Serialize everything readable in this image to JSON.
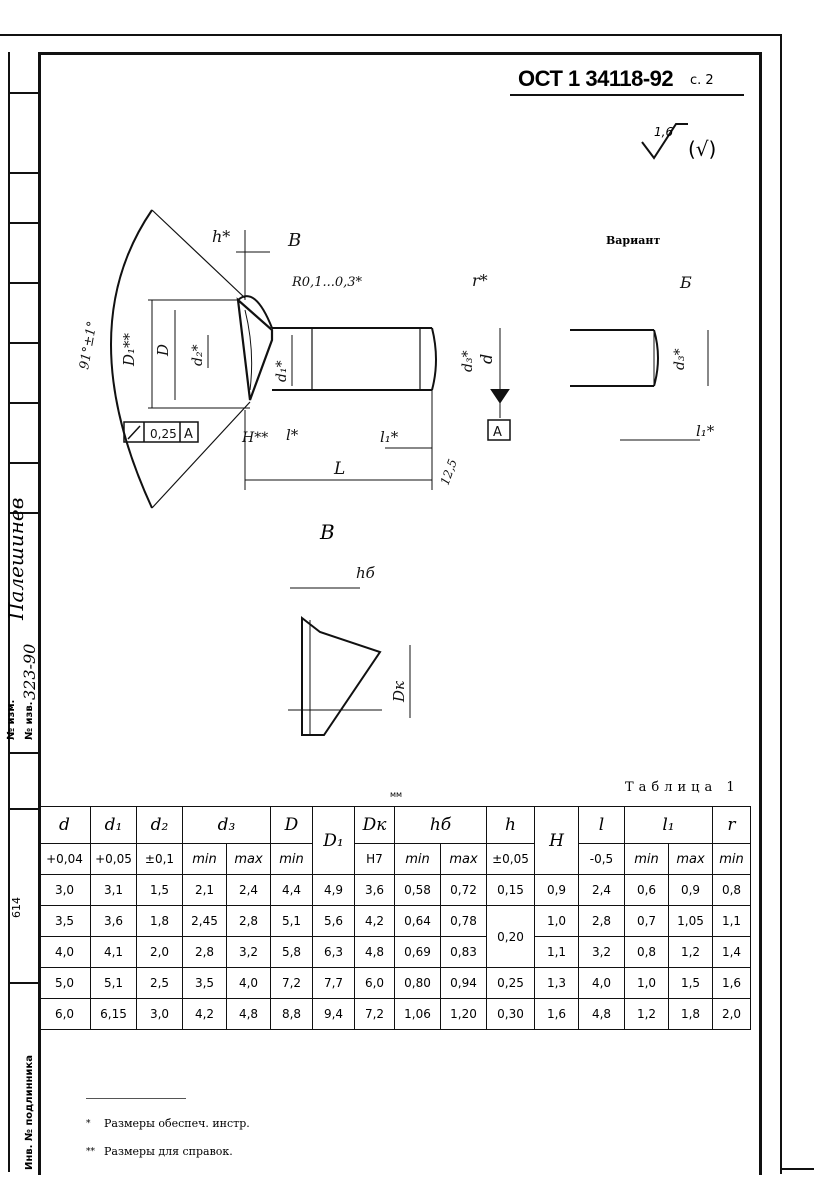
{
  "header": {
    "doc_code": "ОСТ 1 34118-92",
    "page": "с. 2"
  },
  "roughness": {
    "value": "1,6",
    "general": "(√)"
  },
  "drawing": {
    "variant_label": "Вариант",
    "labels": {
      "h_star": "h*",
      "B_view": "В",
      "radius": "R0,1...0,3*",
      "r_star": "r*",
      "B_variant": "Б",
      "angle": "91°±1°",
      "D1": "D₁**",
      "D": "D",
      "d2": "d₂*",
      "d1": "d₁*",
      "d3": "d₃*",
      "d": "d",
      "tolerance_value": "0,25",
      "datum": "A",
      "H": "H**",
      "l": "l*",
      "l1": "l₁*",
      "L": "L",
      "finish": "12,5",
      "d3_variant": "d₃*",
      "l1_variant": "l₁*",
      "hb": "hб",
      "Dk": "Dк"
    },
    "view_b_title": "В"
  },
  "side_strip": {
    "izm": "№ изм.",
    "no_izv": "№ изв.",
    "notice": "323-90",
    "signature": "Палешинев",
    "code": "614",
    "inv_label": "Инв. № подлинника"
  },
  "table": {
    "unit": "мм",
    "title": "Таблица 1",
    "header_symbols": {
      "d": "d",
      "d1": "d₁",
      "d2": "d₂",
      "d3": "d₃",
      "D": "D",
      "D1": "D₁",
      "Dk": "Dк",
      "hb": "hб",
      "h": "h",
      "H": "H",
      "l": "l",
      "l1": "l₁",
      "r": "r"
    },
    "header_tol": {
      "d": "+0,04",
      "d1": "+0,05",
      "d2": "±0,1",
      "d3_min": "min",
      "d3_max": "max",
      "D": "min",
      "Dk": "H7",
      "hb_min": "min",
      "hb_max": "max",
      "h": "±0,05",
      "l": "-0,5",
      "l1_min": "min",
      "l1_max": "max",
      "r": "min"
    },
    "rows": [
      {
        "d": "3,0",
        "d1": "3,1",
        "d2": "1,5",
        "d3min": "2,1",
        "d3max": "2,4",
        "D": "4,4",
        "D1": "4,9",
        "Dk": "3,6",
        "hbmin": "0,58",
        "hbmax": "0,72",
        "h": "0,15",
        "H": "0,9",
        "l": "2,4",
        "l1min": "0,6",
        "l1max": "0,9",
        "r": "0,8"
      },
      {
        "d": "3,5",
        "d1": "3,6",
        "d2": "1,8",
        "d3min": "2,45",
        "d3max": "2,8",
        "D": "5,1",
        "D1": "5,6",
        "Dk": "4,2",
        "hbmin": "0,64",
        "hbmax": "0,78",
        "h": "0,20",
        "H": "1,0",
        "l": "2,8",
        "l1min": "0,7",
        "l1max": "1,05",
        "r": "1,1"
      },
      {
        "d": "4,0",
        "d1": "4,1",
        "d2": "2,0",
        "d3min": "2,8",
        "d3max": "3,2",
        "D": "5,8",
        "D1": "6,3",
        "Dk": "4,8",
        "hbmin": "0,69",
        "hbmax": "0,83",
        "h": "",
        "H": "1,1",
        "l": "3,2",
        "l1min": "0,8",
        "l1max": "1,2",
        "r": "1,4"
      },
      {
        "d": "5,0",
        "d1": "5,1",
        "d2": "2,5",
        "d3min": "3,5",
        "d3max": "4,0",
        "D": "7,2",
        "D1": "7,7",
        "Dk": "6,0",
        "hbmin": "0,80",
        "hbmax": "0,94",
        "h": "0,25",
        "H": "1,3",
        "l": "4,0",
        "l1min": "1,0",
        "l1max": "1,5",
        "r": "1,6"
      },
      {
        "d": "6,0",
        "d1": "6,15",
        "d2": "3,0",
        "d3min": "4,2",
        "d3max": "4,8",
        "D": "8,8",
        "D1": "9,4",
        "Dk": "7,2",
        "hbmin": "1,06",
        "hbmax": "1,20",
        "h": "0,30",
        "H": "1,6",
        "l": "4,8",
        "l1min": "1,2",
        "l1max": "1,8",
        "r": "2,0"
      }
    ]
  },
  "footnotes": [
    {
      "mark": "*",
      "text": "Размеры обеспеч. инстр."
    },
    {
      "mark": "**",
      "text": "Размеры для справок."
    }
  ]
}
